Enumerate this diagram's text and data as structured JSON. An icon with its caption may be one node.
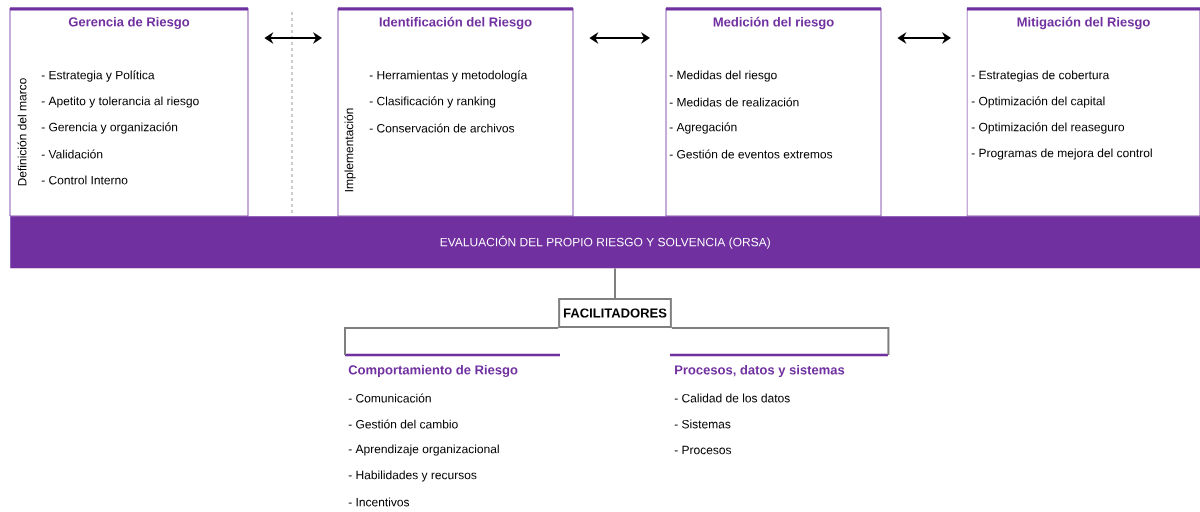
{
  "diagram": {
    "nodes": [
      {
        "text": [
          "Gerencia de Riesgo",
          "Definición del marco",
          "- Estrategia y Política",
          "- Apetito y tolerancia al riesgo",
          "- Gerencia y organización",
          "- Validación",
          "- Control Interno"
        ]
      },
      {
        "text": [
          "Identificación del Riesgo",
          "Implementación",
          "- Herramientas y metodología",
          "- Clasificación y ranking",
          "- Conservación de archivos"
        ]
      },
      {
        "text": [
          "Medición del riesgo",
          "- Medidas del riesgo",
          "- Medidas de realización",
          "- Agregación",
          "- Gestión de eventos extremos"
        ]
      },
      {
        "text": [
          "Mitigación del Riesgo",
          "- Estrategias de cobertura",
          "- Optimización del capital",
          "- Optimización del reaseguro",
          "- Programas de mejora del control"
        ]
      },
      {
        "text": [
          "EVALUACIÓN DEL PROPIO RIESGO Y SOLVENCIA (ORSA)"
        ]
      },
      {
        "text": [
          "FACILITADORES"
        ]
      },
      {
        "text": [
          "Comportamiento de Riesgo",
          "- Comunicación",
          "- Gestión del cambio",
          "- Aprendizaje organizacional",
          "- Habilidades y recursos",
          "- Incentivos"
        ]
      },
      {
        "text": [
          "Procesos, datos y sistemas",
          "- Calidad de los datos",
          "- Sistemas",
          "- Procesos"
        ]
      }
    ],
    "edges": [
      {
        "from": 0,
        "to": 1,
        "arrow": "both"
      },
      {
        "from": 1,
        "to": 2,
        "arrow": "both"
      },
      {
        "from": 2,
        "to": 3,
        "arrow": "both"
      },
      {
        "from": 4,
        "to": 5,
        "arrow": "none",
        "color": "#7f7f7f"
      },
      {
        "from": 5,
        "to": 6,
        "arrow": "none",
        "color": "#7f7f7f"
      },
      {
        "from": 5,
        "to": 7,
        "arrow": "none",
        "color": "#7f7f7f"
      }
    ]
  }
}
